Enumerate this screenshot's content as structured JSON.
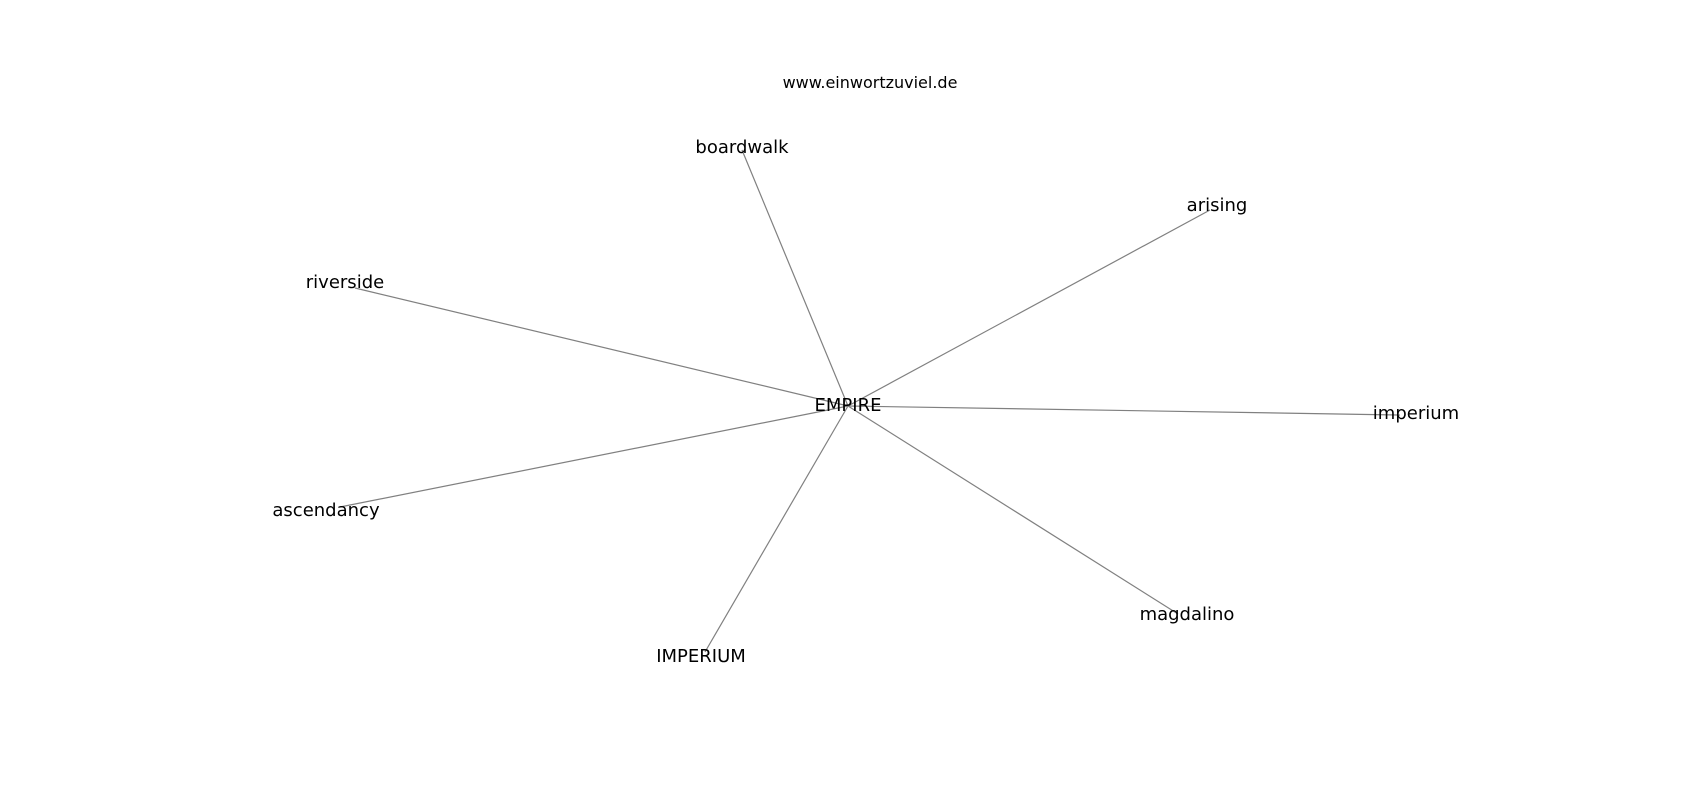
{
  "site": {
    "title": "www.einwortzuviel.de"
  },
  "graph": {
    "center": {
      "id": "EMPIRE",
      "label": "EMPIRE"
    },
    "nodes": [
      {
        "id": "boardwalk",
        "label": "boardwalk"
      },
      {
        "id": "arising",
        "label": "arising"
      },
      {
        "id": "riverside",
        "label": "riverside"
      },
      {
        "id": "imperium",
        "label": "imperium"
      },
      {
        "id": "ascendancy",
        "label": "ascendancy"
      },
      {
        "id": "magdalino",
        "label": "magdalino"
      },
      {
        "id": "IMPERIUM_UPPER",
        "label": "IMPERIUM"
      }
    ],
    "edges": [
      {
        "from": "EMPIRE",
        "to": "boardwalk"
      },
      {
        "from": "EMPIRE",
        "to": "arising"
      },
      {
        "from": "EMPIRE",
        "to": "riverside"
      },
      {
        "from": "EMPIRE",
        "to": "imperium"
      },
      {
        "from": "EMPIRE",
        "to": "ascendancy"
      },
      {
        "from": "EMPIRE",
        "to": "magdalino"
      },
      {
        "from": "EMPIRE",
        "to": "IMPERIUM_UPPER"
      }
    ],
    "colors": {
      "edge": "#808080",
      "text": "#000000",
      "background": "#ffffff"
    }
  }
}
